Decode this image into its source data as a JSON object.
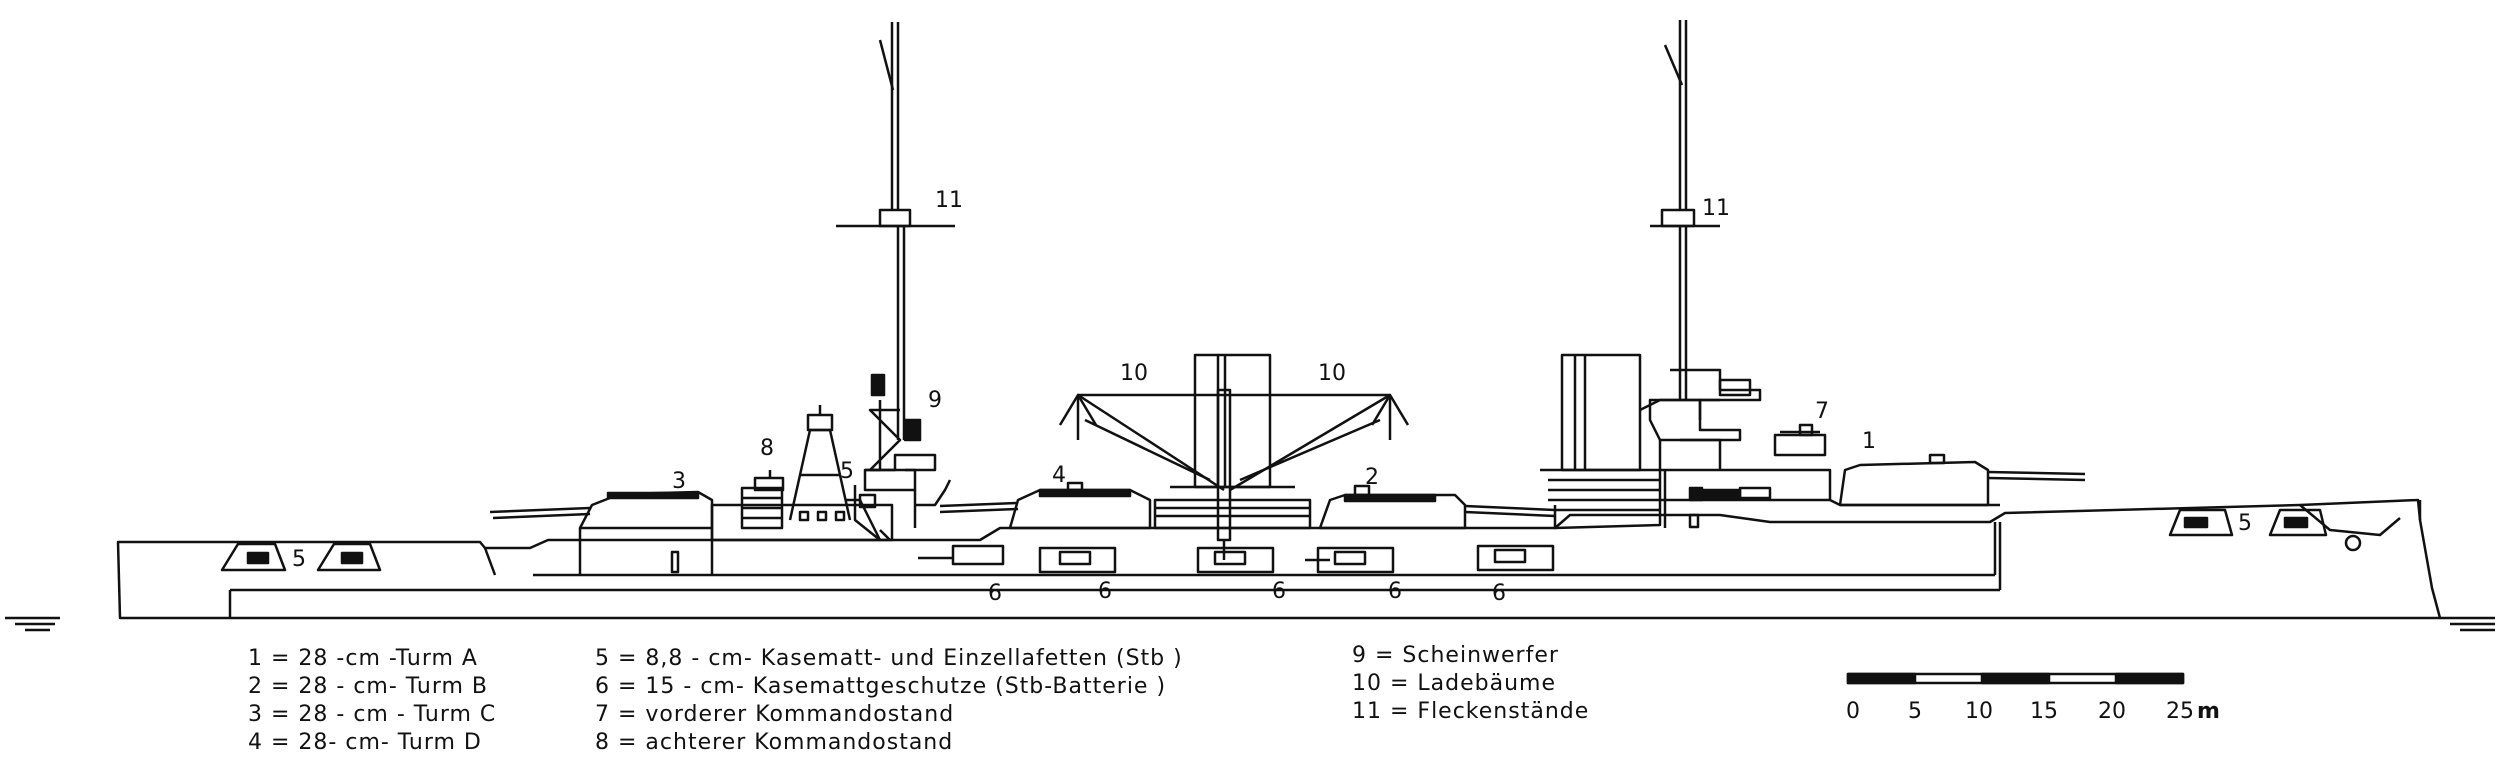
{
  "callouts": {
    "turret_a": "1",
    "turret_b": "2",
    "turret_c": "3",
    "turret_d": "4",
    "casemate": "5",
    "battery": "6",
    "fwd_command": "7",
    "aft_command": "8",
    "searchlight": "9",
    "derricks": "10",
    "spotting_top": "11"
  },
  "legend": {
    "col1": [
      "1 = 28 -cm -Turm A",
      "2 = 28 - cm- Turm B",
      "3 = 28 - cm - Turm C",
      "4 = 28- cm-  Turm D"
    ],
    "col2": [
      "5 = 8,8 - cm- Kasematt- und Einzellafetten (Stb )",
      "6 = 15 - cm- Kasemattgeschutze (Stb-Batterie )",
      "7 = vorderer Kommandostand",
      "8 = achterer Kommandostand"
    ],
    "col3": [
      "9 = Scheinwerfer",
      "10 = Ladebäume",
      "11 = Fleckenstände"
    ]
  },
  "scale_bar": {
    "ticks": [
      "0",
      "5",
      "10",
      "15",
      "20",
      "25"
    ],
    "unit": "m"
  }
}
